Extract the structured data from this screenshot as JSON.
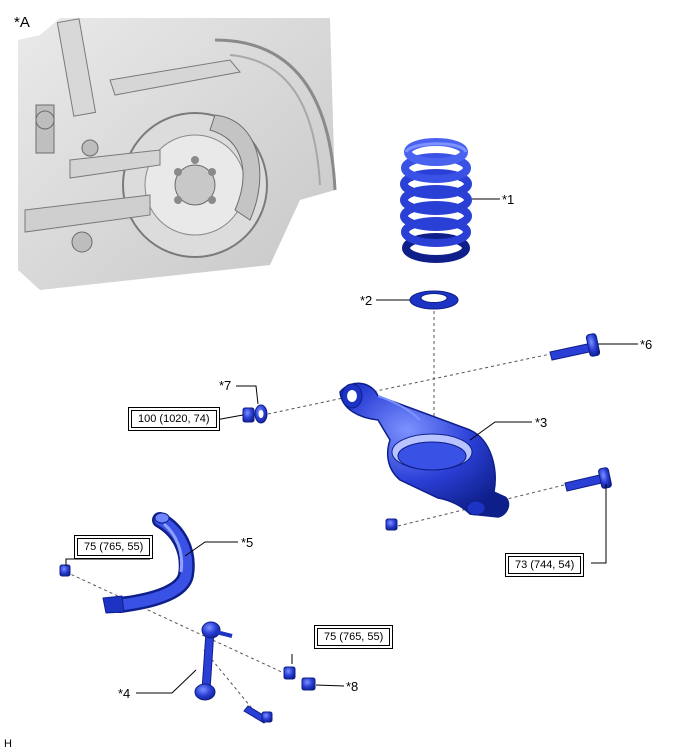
{
  "view_label": "*A",
  "footer_code": "H",
  "callouts": {
    "c1": "*1",
    "c2": "*2",
    "c3": "*3",
    "c4": "*4",
    "c5": "*5",
    "c6": "*6",
    "c7": "*7",
    "c8": "*8"
  },
  "torques": {
    "t_bush_nut": "100 (1020, 74)",
    "t_stab_top": "75 (765, 55)",
    "t_link_nut": "75 (765, 55)",
    "t_arm_bolt": "73 (744, 54)"
  },
  "colors": {
    "part_blue": "#2a3fd6",
    "part_dark": "#0f1f8a",
    "part_light": "#6f86ff",
    "inset_gray": "#cfcfcf"
  }
}
